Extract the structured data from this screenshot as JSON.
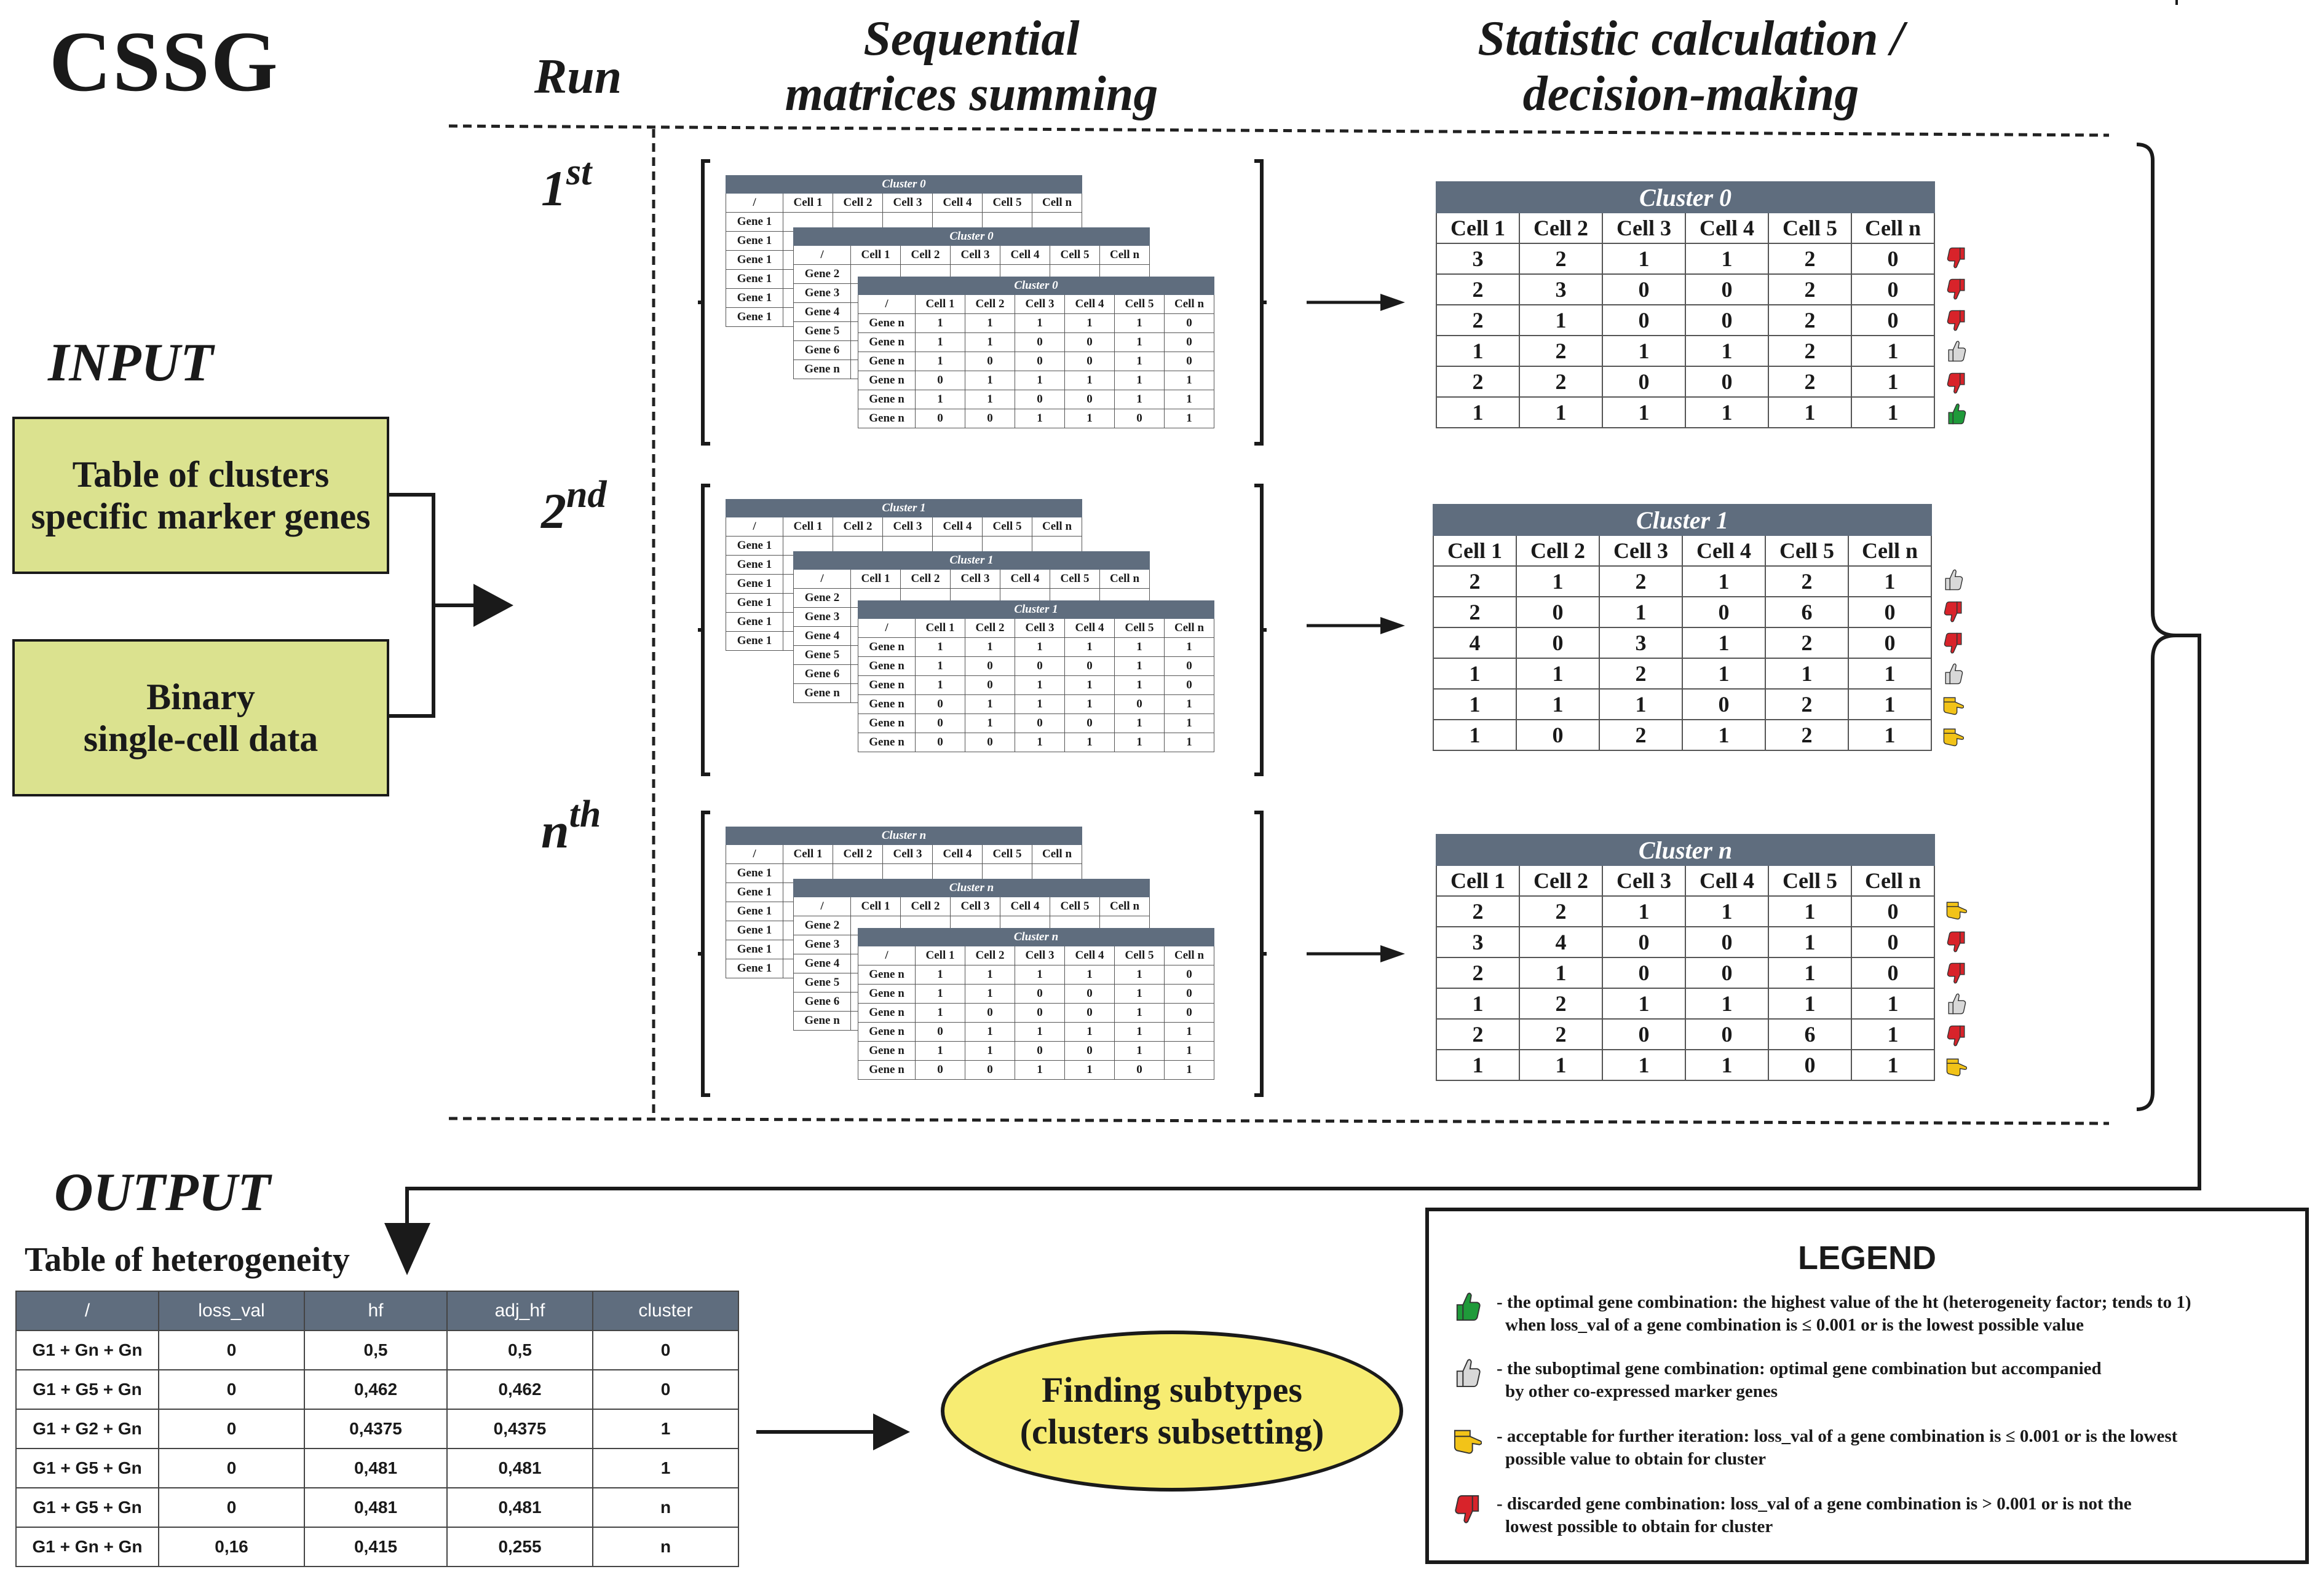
{
  "title": "CSSG",
  "headers": {
    "run": "Run",
    "summing": [
      "Sequential",
      "matrices summing"
    ],
    "stat": [
      "Statistic calculation /",
      "decision-making"
    ]
  },
  "input": {
    "label": "INPUT",
    "box1": [
      "Table of clusters",
      "specific marker genes"
    ],
    "box2": [
      "Binary",
      "single-cell data"
    ]
  },
  "runs": [
    {
      "ord": "1",
      "sup": "st"
    },
    {
      "ord": "2",
      "sup": "nd"
    },
    {
      "ord": "n",
      "sup": "th"
    }
  ],
  "mini": {
    "corner": "/",
    "cells": [
      "Cell 1",
      "Cell 2",
      "Cell 3",
      "Cell 4",
      "Cell 5",
      "Cell n"
    ],
    "groups": [
      {
        "caption": "Cluster 0",
        "back_rows": [
          "Gene 1",
          "Gene 1",
          "Gene 1",
          "Gene 1",
          "Gene 1",
          "Gene 1"
        ],
        "mid_rows": [
          "Gene 2",
          "Gene 3",
          "Gene 4",
          "Gene 5",
          "Gene 6",
          "Gene n"
        ],
        "front": [
          [
            "Gene n",
            "1",
            "1",
            "1",
            "1",
            "1",
            "0"
          ],
          [
            "Gene n",
            "1",
            "1",
            "0",
            "0",
            "1",
            "0"
          ],
          [
            "Gene n",
            "1",
            "0",
            "0",
            "0",
            "1",
            "0"
          ],
          [
            "Gene n",
            "0",
            "1",
            "1",
            "1",
            "1",
            "1"
          ],
          [
            "Gene n",
            "1",
            "1",
            "0",
            "0",
            "1",
            "1"
          ],
          [
            "Gene n",
            "0",
            "0",
            "1",
            "1",
            "0",
            "1"
          ]
        ]
      },
      {
        "caption": "Cluster 1",
        "back_rows": [
          "Gene 1",
          "Gene 1",
          "Gene 1",
          "Gene 1",
          "Gene 1",
          "Gene 1"
        ],
        "mid_rows": [
          "Gene 2",
          "Gene 3",
          "Gene 4",
          "Gene 5",
          "Gene 6",
          "Gene n"
        ],
        "front": [
          [
            "Gene n",
            "1",
            "1",
            "1",
            "1",
            "1",
            "1"
          ],
          [
            "Gene n",
            "1",
            "0",
            "0",
            "0",
            "1",
            "0"
          ],
          [
            "Gene n",
            "1",
            "0",
            "1",
            "1",
            "1",
            "0"
          ],
          [
            "Gene n",
            "0",
            "1",
            "1",
            "1",
            "0",
            "1"
          ],
          [
            "Gene n",
            "0",
            "1",
            "0",
            "0",
            "1",
            "1"
          ],
          [
            "Gene n",
            "0",
            "0",
            "1",
            "1",
            "1",
            "1"
          ]
        ]
      },
      {
        "caption": "Cluster n",
        "back_rows": [
          "Gene 1",
          "Gene 1",
          "Gene 1",
          "Gene 1",
          "Gene 1",
          "Gene 1"
        ],
        "mid_rows": [
          "Gene 2",
          "Gene 3",
          "Gene 4",
          "Gene 5",
          "Gene 6",
          "Gene n"
        ],
        "front": [
          [
            "Gene n",
            "1",
            "1",
            "1",
            "1",
            "1",
            "0"
          ],
          [
            "Gene n",
            "1",
            "1",
            "0",
            "0",
            "1",
            "0"
          ],
          [
            "Gene n",
            "1",
            "0",
            "0",
            "0",
            "1",
            "0"
          ],
          [
            "Gene n",
            "0",
            "1",
            "1",
            "1",
            "1",
            "1"
          ],
          [
            "Gene n",
            "1",
            "1",
            "0",
            "0",
            "1",
            "1"
          ],
          [
            "Gene n",
            "0",
            "0",
            "1",
            "1",
            "0",
            "1"
          ]
        ]
      }
    ]
  },
  "stats": [
    {
      "caption": "Cluster 0",
      "rows": [
        {
          "v": [
            "3",
            "2",
            "1",
            "1",
            "2",
            "0"
          ],
          "mark": "discarded"
        },
        {
          "v": [
            "2",
            "3",
            "0",
            "0",
            "2",
            "0"
          ],
          "mark": "discarded"
        },
        {
          "v": [
            "2",
            "1",
            "0",
            "0",
            "2",
            "0"
          ],
          "mark": "discarded"
        },
        {
          "v": [
            "1",
            "2",
            "1",
            "1",
            "2",
            "1"
          ],
          "mark": "suboptimal"
        },
        {
          "v": [
            "2",
            "2",
            "0",
            "0",
            "2",
            "1"
          ],
          "mark": "discarded"
        },
        {
          "v": [
            "1",
            "1",
            "1",
            "1",
            "1",
            "1"
          ],
          "mark": "optimal"
        }
      ]
    },
    {
      "caption": "Cluster 1",
      "rows": [
        {
          "v": [
            "2",
            "1",
            "2",
            "1",
            "2",
            "1"
          ],
          "mark": "suboptimal"
        },
        {
          "v": [
            "2",
            "0",
            "1",
            "0",
            "6",
            "0"
          ],
          "mark": "discarded"
        },
        {
          "v": [
            "4",
            "0",
            "3",
            "1",
            "2",
            "0"
          ],
          "mark": "discarded"
        },
        {
          "v": [
            "1",
            "1",
            "2",
            "1",
            "1",
            "1"
          ],
          "mark": "suboptimal"
        },
        {
          "v": [
            "1",
            "1",
            "1",
            "0",
            "2",
            "1"
          ],
          "mark": "acceptable"
        },
        {
          "v": [
            "1",
            "0",
            "2",
            "1",
            "2",
            "1"
          ],
          "mark": "acceptable"
        }
      ]
    },
    {
      "caption": "Cluster n",
      "rows": [
        {
          "v": [
            "2",
            "2",
            "1",
            "1",
            "1",
            "0"
          ],
          "mark": "acceptable"
        },
        {
          "v": [
            "3",
            "4",
            "0",
            "0",
            "1",
            "0"
          ],
          "mark": "discarded"
        },
        {
          "v": [
            "2",
            "1",
            "0",
            "0",
            "1",
            "0"
          ],
          "mark": "discarded"
        },
        {
          "v": [
            "1",
            "2",
            "1",
            "1",
            "1",
            "1"
          ],
          "mark": "suboptimal"
        },
        {
          "v": [
            "2",
            "2",
            "0",
            "0",
            "6",
            "1"
          ],
          "mark": "discarded"
        },
        {
          "v": [
            "1",
            "1",
            "1",
            "1",
            "0",
            "1"
          ],
          "mark": "acceptable"
        }
      ]
    }
  ],
  "output": {
    "label": "OUTPUT",
    "table_title": "Table of heterogeneity",
    "columns": [
      "/",
      "loss_val",
      "hf",
      "adj_hf",
      "cluster"
    ],
    "rows": [
      [
        "G1 + Gn + Gn",
        "0",
        "0,5",
        "0,5",
        "0"
      ],
      [
        "G1 + G5 + Gn",
        "0",
        "0,462",
        "0,462",
        "0"
      ],
      [
        "G1 + G2 + Gn",
        "0",
        "0,4375",
        "0,4375",
        "1"
      ],
      [
        "G1 + G5 + Gn",
        "0",
        "0,481",
        "0,481",
        "1"
      ],
      [
        "G1 + G5 + Gn",
        "0",
        "0,481",
        "0,481",
        "n"
      ],
      [
        "G1 + Gn + Gn",
        "0,16",
        "0,415",
        "0,255",
        "n"
      ]
    ]
  },
  "finding": [
    "Finding subtypes",
    "(clusters subsetting)"
  ],
  "legend": {
    "title": "LEGEND",
    "items": [
      {
        "icon": "optimal",
        "lines": [
          "- the optimal gene combination: the highest value of the ht (heterogeneity  factor; tends to 1)",
          "when loss_val of a gene combination is ≤ 0.001 or is the lowest possible value"
        ]
      },
      {
        "icon": "suboptimal",
        "lines": [
          "- the suboptimal gene combination: optimal gene combination but accompanied",
          "by other co-expressed marker genes"
        ]
      },
      {
        "icon": "acceptable",
        "lines": [
          "- acceptable for further iteration: loss_val  of a gene combination is ≤ 0.001 or is the lowest",
          "possible value to obtain for cluster"
        ]
      },
      {
        "icon": "discarded",
        "lines": [
          "- discarded gene combination: loss_val  of a gene combination is > 0.001 or is not the",
          "lowest possible to obtain for cluster"
        ]
      }
    ]
  },
  "colors": {
    "header_bg": "#5f6d7e",
    "box_fill": "#dbe28f",
    "ellipse_fill": "#f7ec72",
    "optimal": "#1f9a3a",
    "suboptimal": "#d8d8d8",
    "acceptable": "#f2c318",
    "discarded": "#d8232a"
  }
}
